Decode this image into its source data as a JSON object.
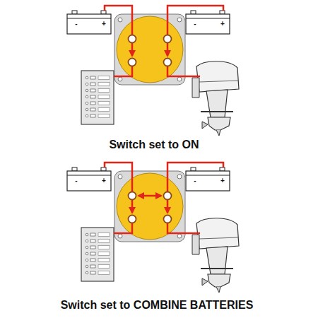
{
  "diagram": {
    "labels": [
      "-",
      "+",
      "-",
      "+",
      "Switch set to ON",
      "-",
      "+",
      "-",
      "+",
      "Switch set to COMBINE BATTERIES"
    ]
  }
}
